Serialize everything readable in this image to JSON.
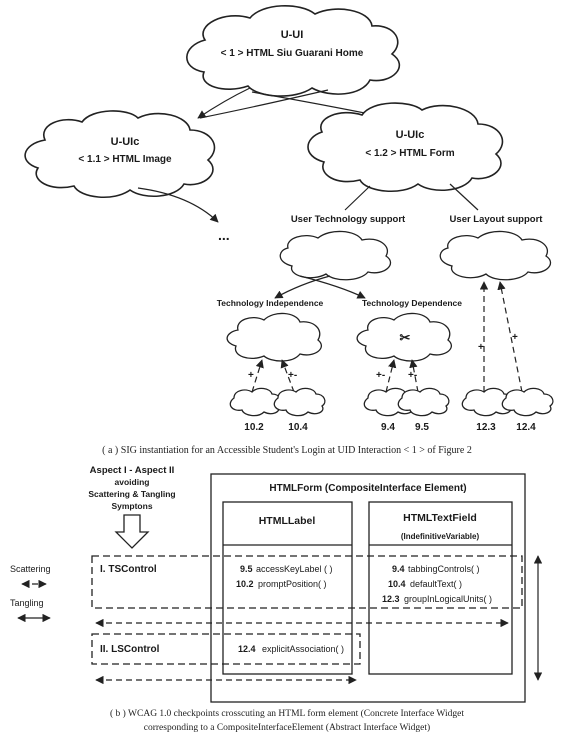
{
  "sig": {
    "root": {
      "title": "U-UI",
      "subtitle": "< 1 > HTML Siu Guarani Home"
    },
    "left": {
      "title": "U-UIc",
      "subtitle": "< 1.1 > HTML Image"
    },
    "right": {
      "title": "U-UIc",
      "subtitle": "< 1.2 > HTML Form"
    },
    "ellipsis": "...",
    "tech_support": "User Technology support",
    "layout_support": "User Layout support",
    "tech_independence": "Technology Independence",
    "tech_dependence": "Technology Dependence",
    "leaves": [
      "10.2",
      "10.4",
      "9.4",
      "9.5",
      "12.3",
      "12.4"
    ],
    "plus": "+",
    "plus_minus": "+-",
    "caption": "( a ) SIG instantiation for an Accessible Student's Login at UID Interaction < 1 > of Figure 2"
  },
  "wcag": {
    "aspect_line1": "Aspect I - Aspect II",
    "aspect_line2": "avoiding",
    "aspect_line3": "Scattering & Tangling",
    "aspect_line4": "Symptons",
    "form_title": "HTMLForm (CompositeInterface Element)",
    "label_col": "HTMLLabel",
    "textfield_col": "HTMLTextField",
    "textfield_sub": "(IndefinitiveVariable)",
    "scattering": "Scattering",
    "tangling": "Tangling",
    "ts_control": "I. TSControl",
    "ls_control": "II. LSControl",
    "ts_label_items": [
      {
        "num": "9.5",
        "name": "accessKeyLabel ( )"
      },
      {
        "num": "10.2",
        "name": "promptPosition( )"
      }
    ],
    "ts_field_items": [
      {
        "num": "9.4",
        "name": "tabbingControls( )"
      },
      {
        "num": "10.4",
        "name": "defaultText( )"
      },
      {
        "num": "12.3",
        "name": "groupInLogicalUnits( )"
      }
    ],
    "ls_item": {
      "num": "12.4",
      "name": "explicitAssociation( )"
    },
    "caption_line1": "( b ) WCAG 1.0 checkpoints crosscuting an HTML form element (Concrete Interface Widget",
    "caption_line2": "corresponding to a CompositeInterfaceElement (Abstract Interface Widget)"
  }
}
